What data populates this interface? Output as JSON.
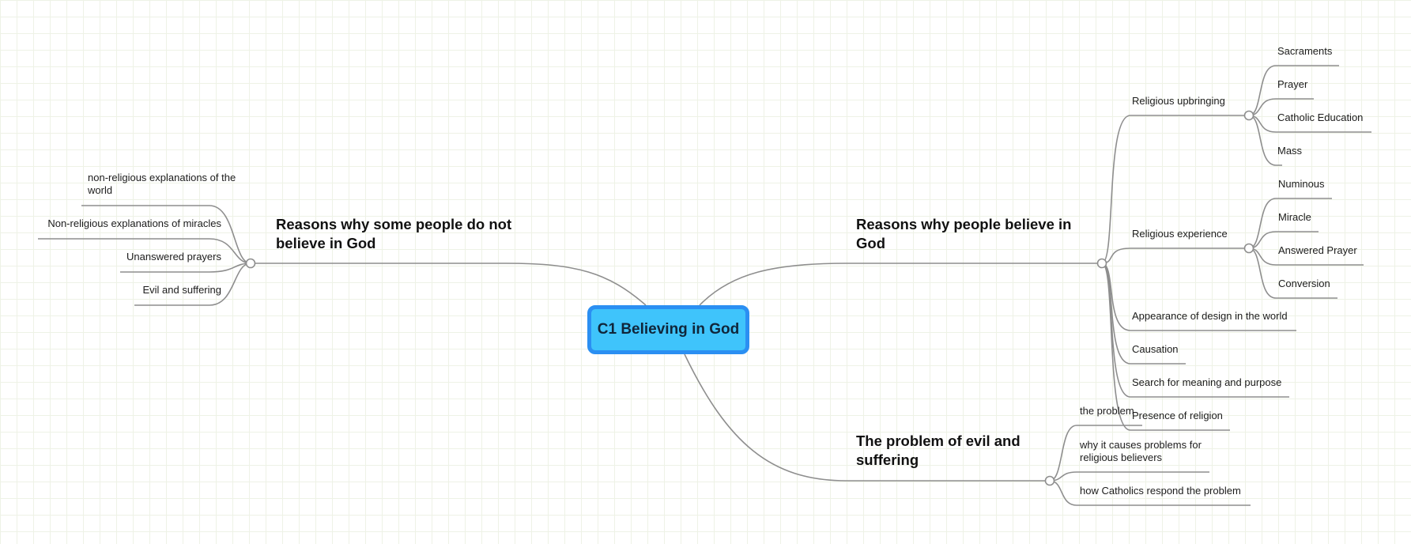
{
  "central": {
    "title": "C1 Believing in God"
  },
  "branches": {
    "not_believe": {
      "title": "Reasons why some people do not believe in God",
      "children": [
        "non-religious explanations of the world",
        "Non-religious explanations of miracles",
        "Unanswered prayers",
        "Evil and suffering"
      ]
    },
    "believe": {
      "title": "Reasons why people believe in God",
      "upbringing": {
        "title": "Religious upbringing",
        "children": [
          "Sacraments",
          "Prayer",
          "Catholic Education",
          "Mass"
        ]
      },
      "experience": {
        "title": "Religious experience",
        "children": [
          "Numinous",
          "Miracle",
          "Answered Prayer",
          "Conversion"
        ]
      },
      "others": [
        "Appearance of design in the world",
        "Causation",
        "Search for meaning and purpose",
        "Presence of religion"
      ]
    },
    "evil": {
      "title": "The problem of evil and suffering",
      "children": [
        "the problem",
        "why it causes problems for religious believers",
        "how Catholics respond the problem"
      ]
    }
  }
}
